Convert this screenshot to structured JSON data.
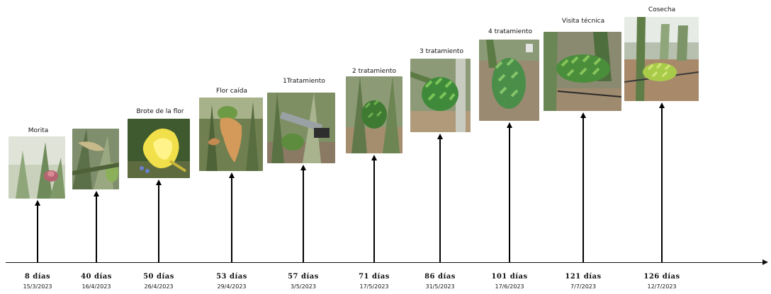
{
  "stages": [
    {
      "title": "Morita",
      "days": "8 días",
      "date": "15/3/2023",
      "photo": "pink-bud"
    },
    {
      "title": "",
      "days": "40 días",
      "date": "16/4/2023",
      "photo": "flower-bud-closed"
    },
    {
      "title": "Brote de la flor",
      "days": "50 días",
      "date": "26/4/2023",
      "photo": "yellow-flower"
    },
    {
      "title": "Flor caída",
      "days": "53 días",
      "date": "29/4/2023",
      "photo": "wilted-flower"
    },
    {
      "title": "1Tratamiento",
      "days": "57 días",
      "date": "3/5/2023",
      "photo": "fruit-measured"
    },
    {
      "title": "2 tratamiento",
      "days": "71 días",
      "date": "17/5/2023",
      "photo": "small-fruit"
    },
    {
      "title": "3 tratamiento",
      "days": "86 días",
      "date": "31/5/2023",
      "photo": "green-fruit"
    },
    {
      "title": "4 tratamiento",
      "days": "101 días",
      "date": "17/6/2023",
      "photo": "tall-fruit"
    },
    {
      "title": "Visita técnica",
      "days": "121 días",
      "date": "7/7/2023",
      "photo": "large-fruit"
    },
    {
      "title": "Cosecha",
      "days": "126 días",
      "date": "12/7/2023",
      "photo": "harvest-fruit"
    }
  ],
  "colors": {
    "arrow": "#000000",
    "text": "#111111",
    "stem_green": "#7d9a5f",
    "fruit_green": "#4e8a3a",
    "soil": "#9b8468"
  }
}
